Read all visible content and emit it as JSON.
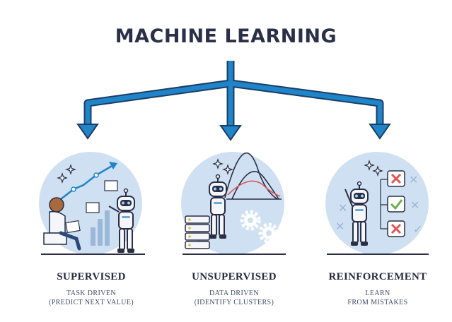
{
  "diagram": {
    "title": "MACHINE LEARNING",
    "branches": [
      {
        "name": "SUPERVISED",
        "line1": "TASK DRIVEN",
        "line2": "(PREDICT NEXT VALUE)"
      },
      {
        "name": "UNSUPERVISED",
        "line1": "DATA DRIVEN",
        "line2": "(IDENTIFY CLUSTERS)"
      },
      {
        "name": "REINFORCEMENT",
        "line1": "LEARN",
        "line2": "FROM MISTAKES"
      }
    ]
  },
  "colors": {
    "title": "#2b3049",
    "arrow": "#1f84c8",
    "arrow_outline": "#1c3d66",
    "circle": "#cfe0f3",
    "robot": "#f4f6f9",
    "correct": "#6ab04c",
    "wrong": "#e05555"
  },
  "icons": [
    "spark-icon",
    "robot-icon",
    "growth-arrow-icon",
    "gear-icon",
    "server-stack-icon",
    "check-box-icon",
    "cross-box-icon"
  ]
}
